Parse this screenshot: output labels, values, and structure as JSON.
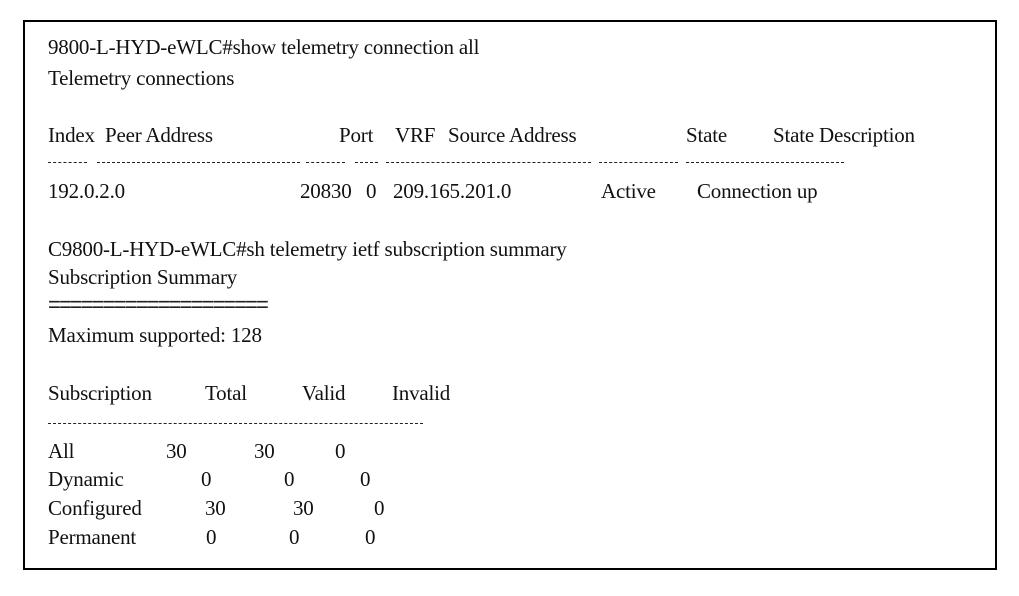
{
  "telemetry_connection": {
    "command": "9800-L-HYD-eWLC#show telemetry connection all",
    "title": "Telemetry connections",
    "headers": {
      "index": "Index",
      "peer_address": "Peer Address",
      "port": "Port",
      "vrf": "VRF",
      "source_address": "Source Address",
      "state": "State",
      "state_description": "State Description"
    },
    "separator": {
      "index": "-----",
      "peer_address": "-------------------------",
      "port": "-----",
      "vrf": "---",
      "source_address": "-------------------------",
      "state": "----------",
      "state_description": "-------------------"
    },
    "rows": [
      {
        "peer_address": "192.0.2.0",
        "port": "20830",
        "vrf": "0",
        "source_address": "209.165.201.0",
        "state": "Active",
        "state_description": "Connection up"
      }
    ]
  },
  "subscription_summary": {
    "command": "C9800-L-HYD-eWLC#sh telemetry ietf subscription summary",
    "title": "Subscription Summary",
    "underline": "====================",
    "max_supported": "Maximum supported: 128",
    "headers": {
      "subscription": "Subscription",
      "total": "Total",
      "valid": "Valid",
      "invalid": "Invalid"
    },
    "rows": [
      {
        "subscription": "All",
        "total": "30",
        "valid": "30",
        "invalid": "0"
      },
      {
        "subscription": "Dynamic",
        "total": "0",
        "valid": "0",
        "invalid": "0"
      },
      {
        "subscription": "Configured",
        "total": "30",
        "valid": "30",
        "invalid": "0"
      },
      {
        "subscription": "Permanent",
        "total": "0",
        "valid": "0",
        "invalid": "0"
      }
    ]
  }
}
